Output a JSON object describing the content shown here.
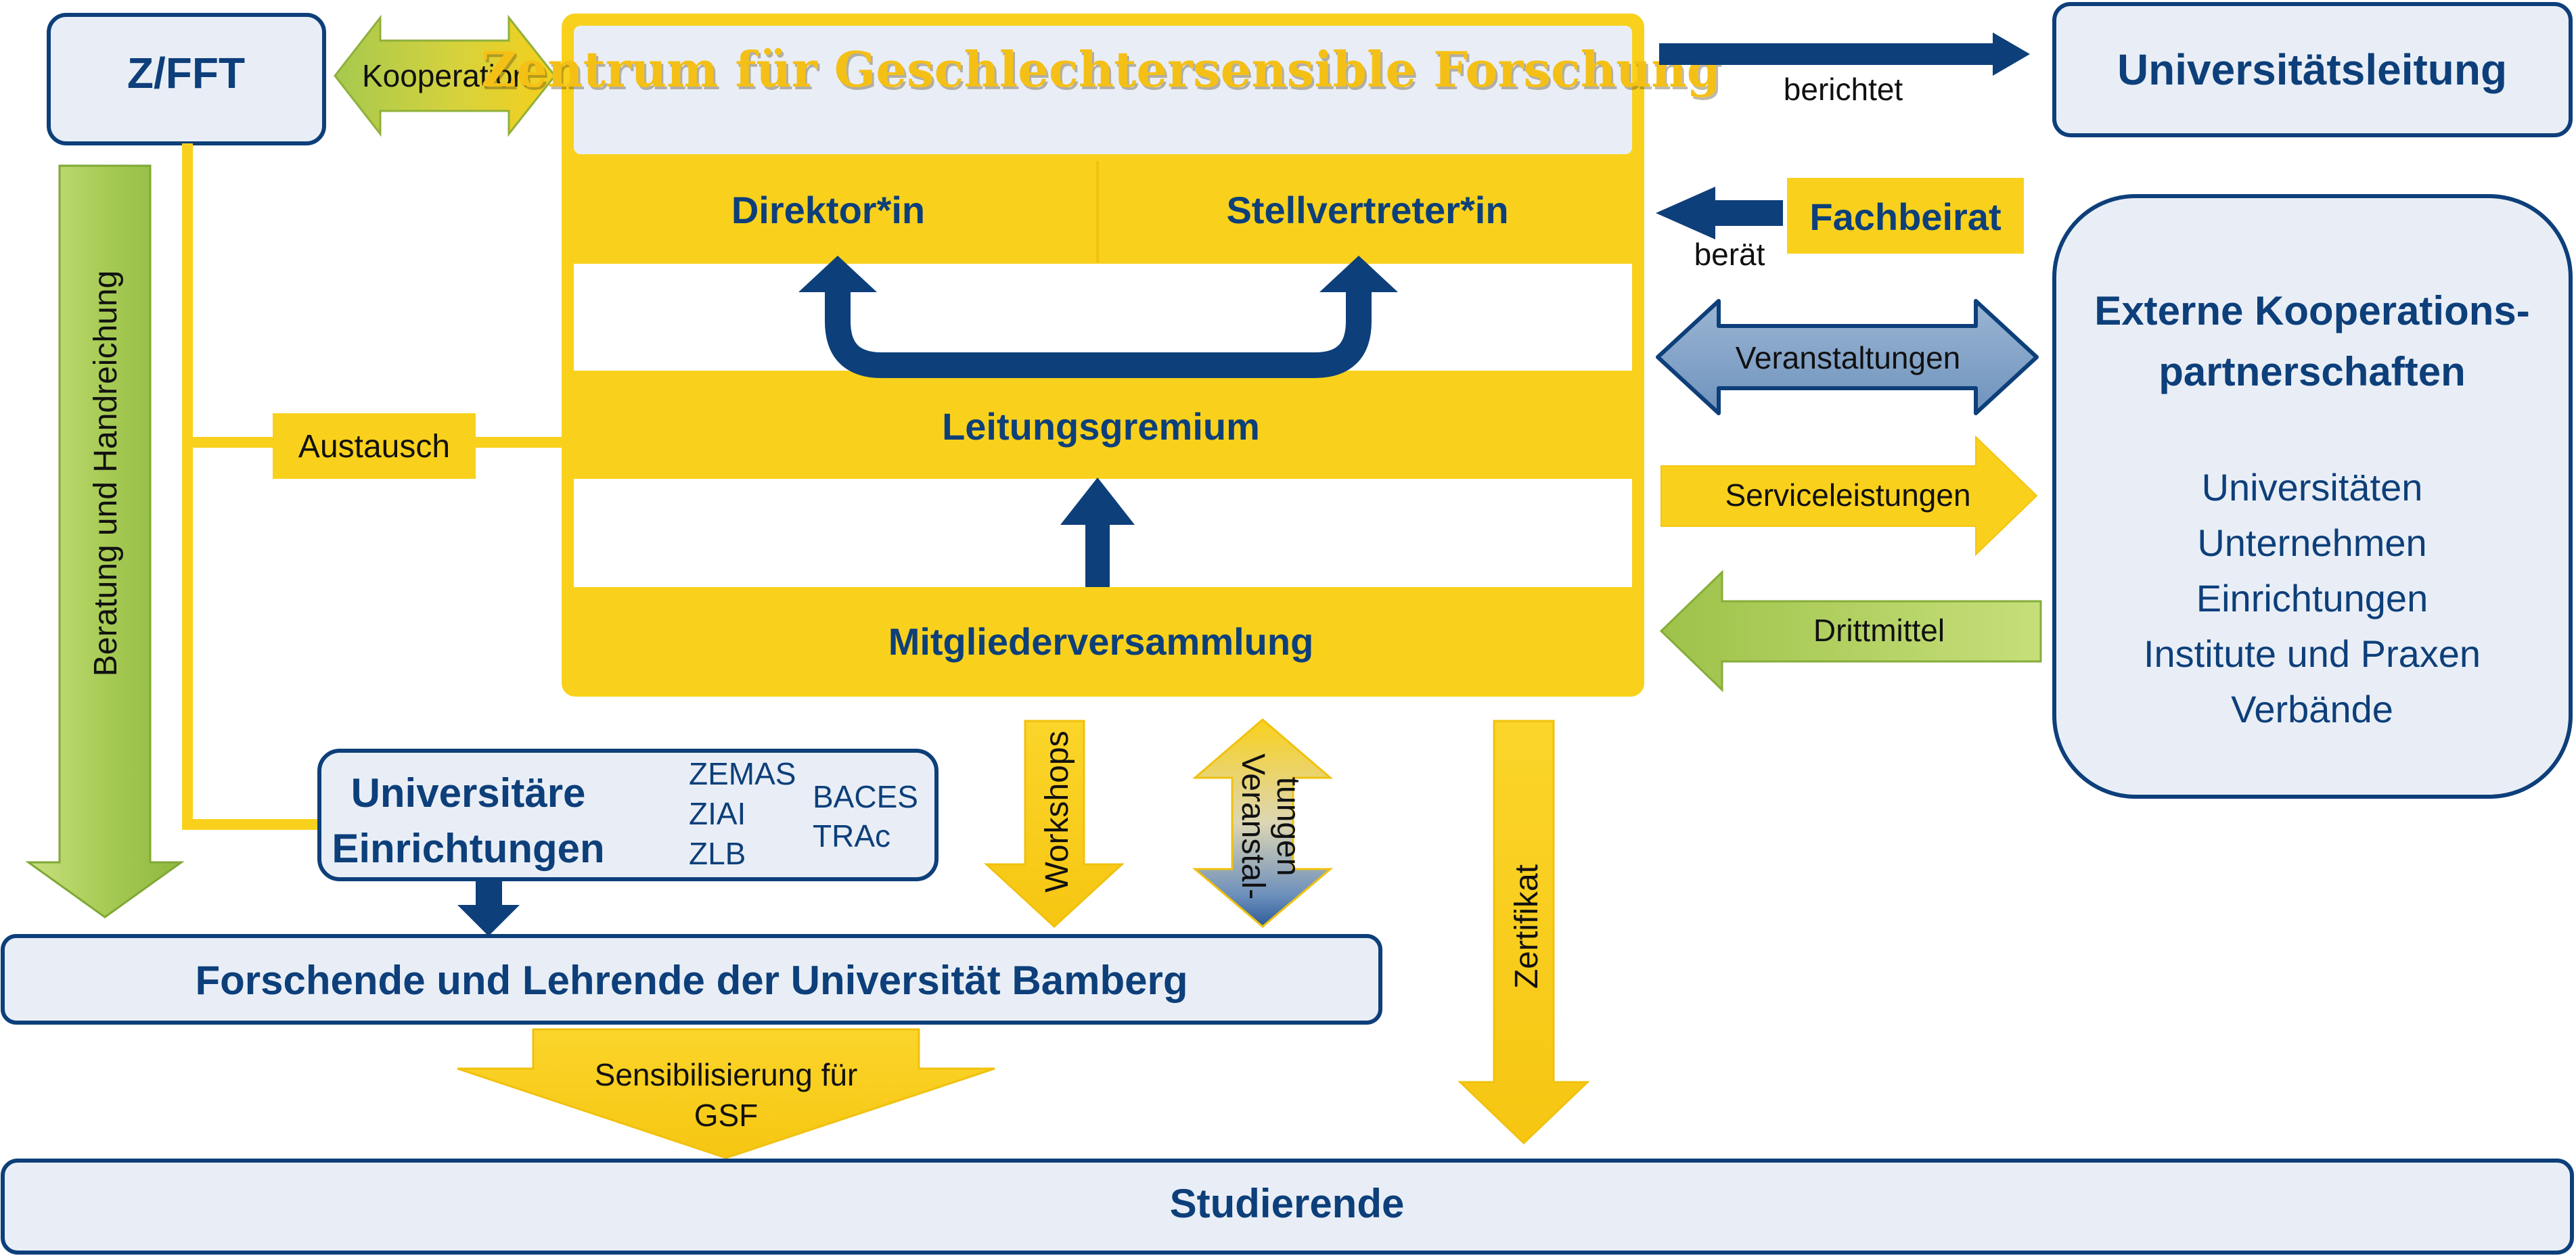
{
  "center": {
    "title": "Zentrum für Geschlechtersensible Forschung",
    "director": "Direktor*in",
    "deputy": "Stellvertreter*in",
    "board": "Leitungsgremium",
    "assembly": "Mitgliederversammlung"
  },
  "zfft": {
    "label": "Z/FFT",
    "cooperation": "Kooperation",
    "advice": "Beratung und Handreichung",
    "exchange": "Austausch"
  },
  "leadership": {
    "label": "Universitätsleitung",
    "reports": "berichtet"
  },
  "advisory": {
    "label": "Fachbeirat",
    "advises": "berät"
  },
  "external": {
    "title_line1": "Externe Kooperations-",
    "title_line2": "partnerschaften",
    "items": [
      "Universitäten",
      "Unternehmen",
      "Einrichtungen",
      "Institute und Praxen",
      "Verbände"
    ],
    "events": "Veranstaltungen",
    "services": "Serviceleistungen",
    "funding": "Drittmittel"
  },
  "uni_institutions": {
    "title_line1": "Universitäre",
    "title_line2": "Einrichtungen",
    "col1": [
      "ZEMAS",
      "ZIAI",
      "ZLB"
    ],
    "col2": [
      "BACES",
      "TRAc"
    ]
  },
  "flows": {
    "workshops": "Workshops",
    "events_line1": "Veranstal-",
    "events_line2": "tungen",
    "certificate": "Zertifikat",
    "sensitization_line1": "Sensibilisierung für",
    "sensitization_line2": "GSF"
  },
  "researchers": "Forschende und Lehrende der Universität Bamberg",
  "students": "Studierende",
  "colors": {
    "navy": "#0d3f7a",
    "yellow": "#f9d11c",
    "yellow_light": "#fbe072",
    "box_fill": "#e9eef6",
    "green": "#a9cc58",
    "steel": "#7ea0c4"
  }
}
